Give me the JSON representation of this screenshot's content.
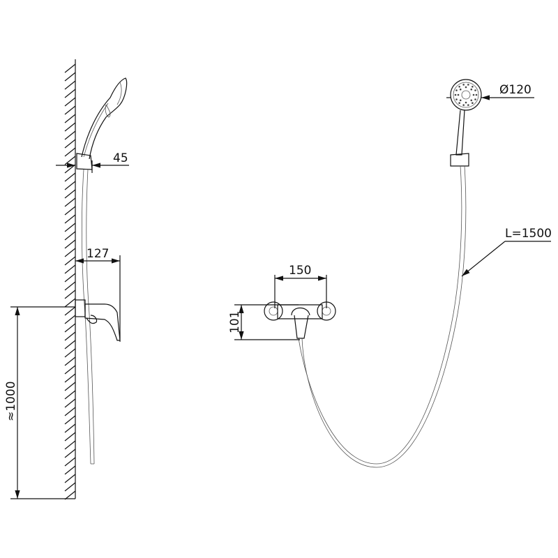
{
  "dimensions": {
    "bracket_offset": "45",
    "mixer_projection": "127",
    "mixer_height": "≈1000",
    "mixer_centers": "150",
    "mixer_depth": "101",
    "head_diameter": "Ø120",
    "hose_length": "L=1500"
  },
  "colors": {
    "line": "#111111",
    "background": "#ffffff"
  }
}
